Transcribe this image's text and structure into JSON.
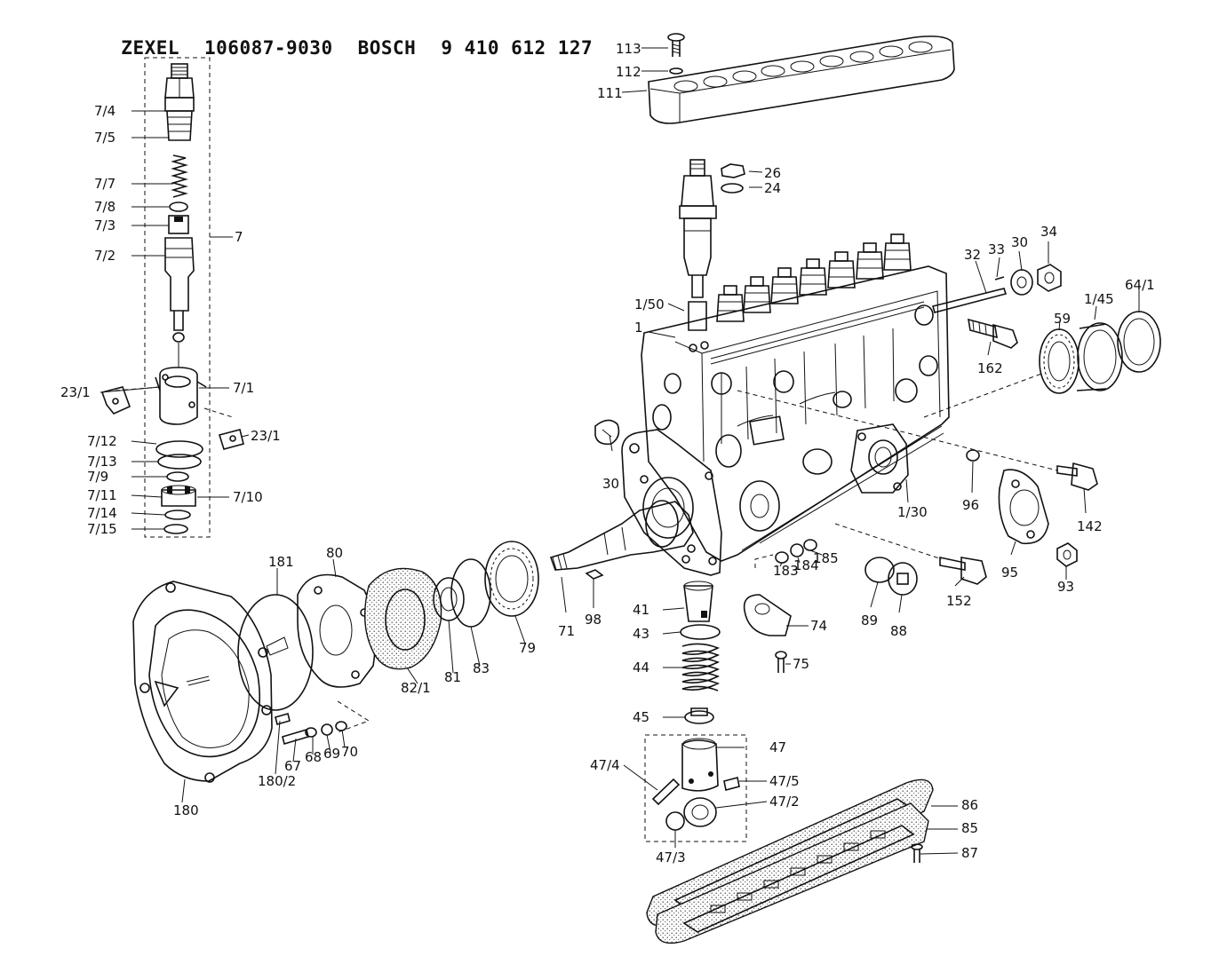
{
  "header": {
    "brand1": "ZEXEL",
    "part1": "106087-9030",
    "brand2": "BOSCH",
    "part2": "9 410 612 127"
  },
  "labels": [
    {
      "id": "113",
      "text": "113"
    },
    {
      "id": "112",
      "text": "112"
    },
    {
      "id": "111",
      "text": "111"
    },
    {
      "id": "26",
      "text": "26"
    },
    {
      "id": "24",
      "text": "24"
    },
    {
      "id": "32",
      "text": "32"
    },
    {
      "id": "33",
      "text": "33"
    },
    {
      "id": "30a",
      "text": "30"
    },
    {
      "id": "34",
      "text": "34"
    },
    {
      "id": "1_45",
      "text": "1/45"
    },
    {
      "id": "64_1",
      "text": "64/1"
    },
    {
      "id": "59",
      "text": "59"
    },
    {
      "id": "1_50",
      "text": "1/50"
    },
    {
      "id": "1",
      "text": "1"
    },
    {
      "id": "162",
      "text": "162"
    },
    {
      "id": "7_4",
      "text": "7/4"
    },
    {
      "id": "7_5",
      "text": "7/5"
    },
    {
      "id": "7_7",
      "text": "7/7"
    },
    {
      "id": "7_8",
      "text": "7/8"
    },
    {
      "id": "7_3",
      "text": "7/3"
    },
    {
      "id": "7_2",
      "text": "7/2"
    },
    {
      "id": "7",
      "text": "7"
    },
    {
      "id": "23_1a",
      "text": "23/1"
    },
    {
      "id": "7_1",
      "text": "7/1"
    },
    {
      "id": "23_1b",
      "text": "23/1"
    },
    {
      "id": "7_12",
      "text": "7/12"
    },
    {
      "id": "7_13",
      "text": "7/13"
    },
    {
      "id": "7_9",
      "text": "7/9"
    },
    {
      "id": "7_11",
      "text": "7/11"
    },
    {
      "id": "7_10",
      "text": "7/10"
    },
    {
      "id": "7_14",
      "text": "7/14"
    },
    {
      "id": "7_15",
      "text": "7/15"
    },
    {
      "id": "30b",
      "text": "30"
    },
    {
      "id": "96",
      "text": "96"
    },
    {
      "id": "142",
      "text": "142"
    },
    {
      "id": "1_30",
      "text": "1/30"
    },
    {
      "id": "95",
      "text": "95"
    },
    {
      "id": "93",
      "text": "93"
    },
    {
      "id": "181",
      "text": "181"
    },
    {
      "id": "80",
      "text": "80"
    },
    {
      "id": "71",
      "text": "71"
    },
    {
      "id": "98",
      "text": "98"
    },
    {
      "id": "183",
      "text": "183"
    },
    {
      "id": "184",
      "text": "184"
    },
    {
      "id": "185",
      "text": "185"
    },
    {
      "id": "152",
      "text": "152"
    },
    {
      "id": "89",
      "text": "89"
    },
    {
      "id": "88",
      "text": "88"
    },
    {
      "id": "41",
      "text": "41"
    },
    {
      "id": "74",
      "text": "74"
    },
    {
      "id": "43",
      "text": "43"
    },
    {
      "id": "75",
      "text": "75"
    },
    {
      "id": "44",
      "text": "44"
    },
    {
      "id": "82_1",
      "text": "82/1"
    },
    {
      "id": "81",
      "text": "81"
    },
    {
      "id": "83",
      "text": "83"
    },
    {
      "id": "79",
      "text": "79"
    },
    {
      "id": "45",
      "text": "45"
    },
    {
      "id": "47",
      "text": "47"
    },
    {
      "id": "67",
      "text": "67"
    },
    {
      "id": "68",
      "text": "68"
    },
    {
      "id": "69",
      "text": "69"
    },
    {
      "id": "70",
      "text": "70"
    },
    {
      "id": "180_2",
      "text": "180/2"
    },
    {
      "id": "180",
      "text": "180"
    },
    {
      "id": "47_4",
      "text": "47/4"
    },
    {
      "id": "47_5",
      "text": "47/5"
    },
    {
      "id": "47_2",
      "text": "47/2"
    },
    {
      "id": "47_3",
      "text": "47/3"
    },
    {
      "id": "86",
      "text": "86"
    },
    {
      "id": "85",
      "text": "85"
    },
    {
      "id": "87",
      "text": "87"
    }
  ]
}
